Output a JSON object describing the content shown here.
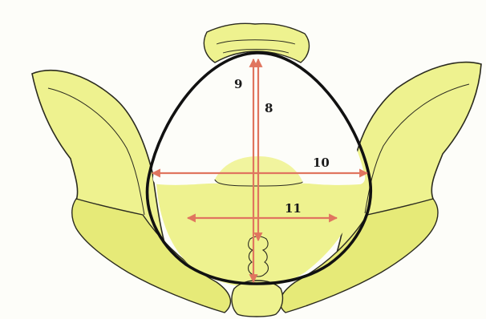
{
  "colors": {
    "bone": "#eef28f",
    "bone_mid": "#e6ea78",
    "bone_shadow": "#d8dc68",
    "outline": "#2b2b1f",
    "inlet_outline": "#111111",
    "measure": "#e0755f",
    "background": "#fdfdf9"
  },
  "measurement_labels": {
    "m8": "8",
    "m9": "9",
    "m10": "10",
    "m11": "11"
  }
}
